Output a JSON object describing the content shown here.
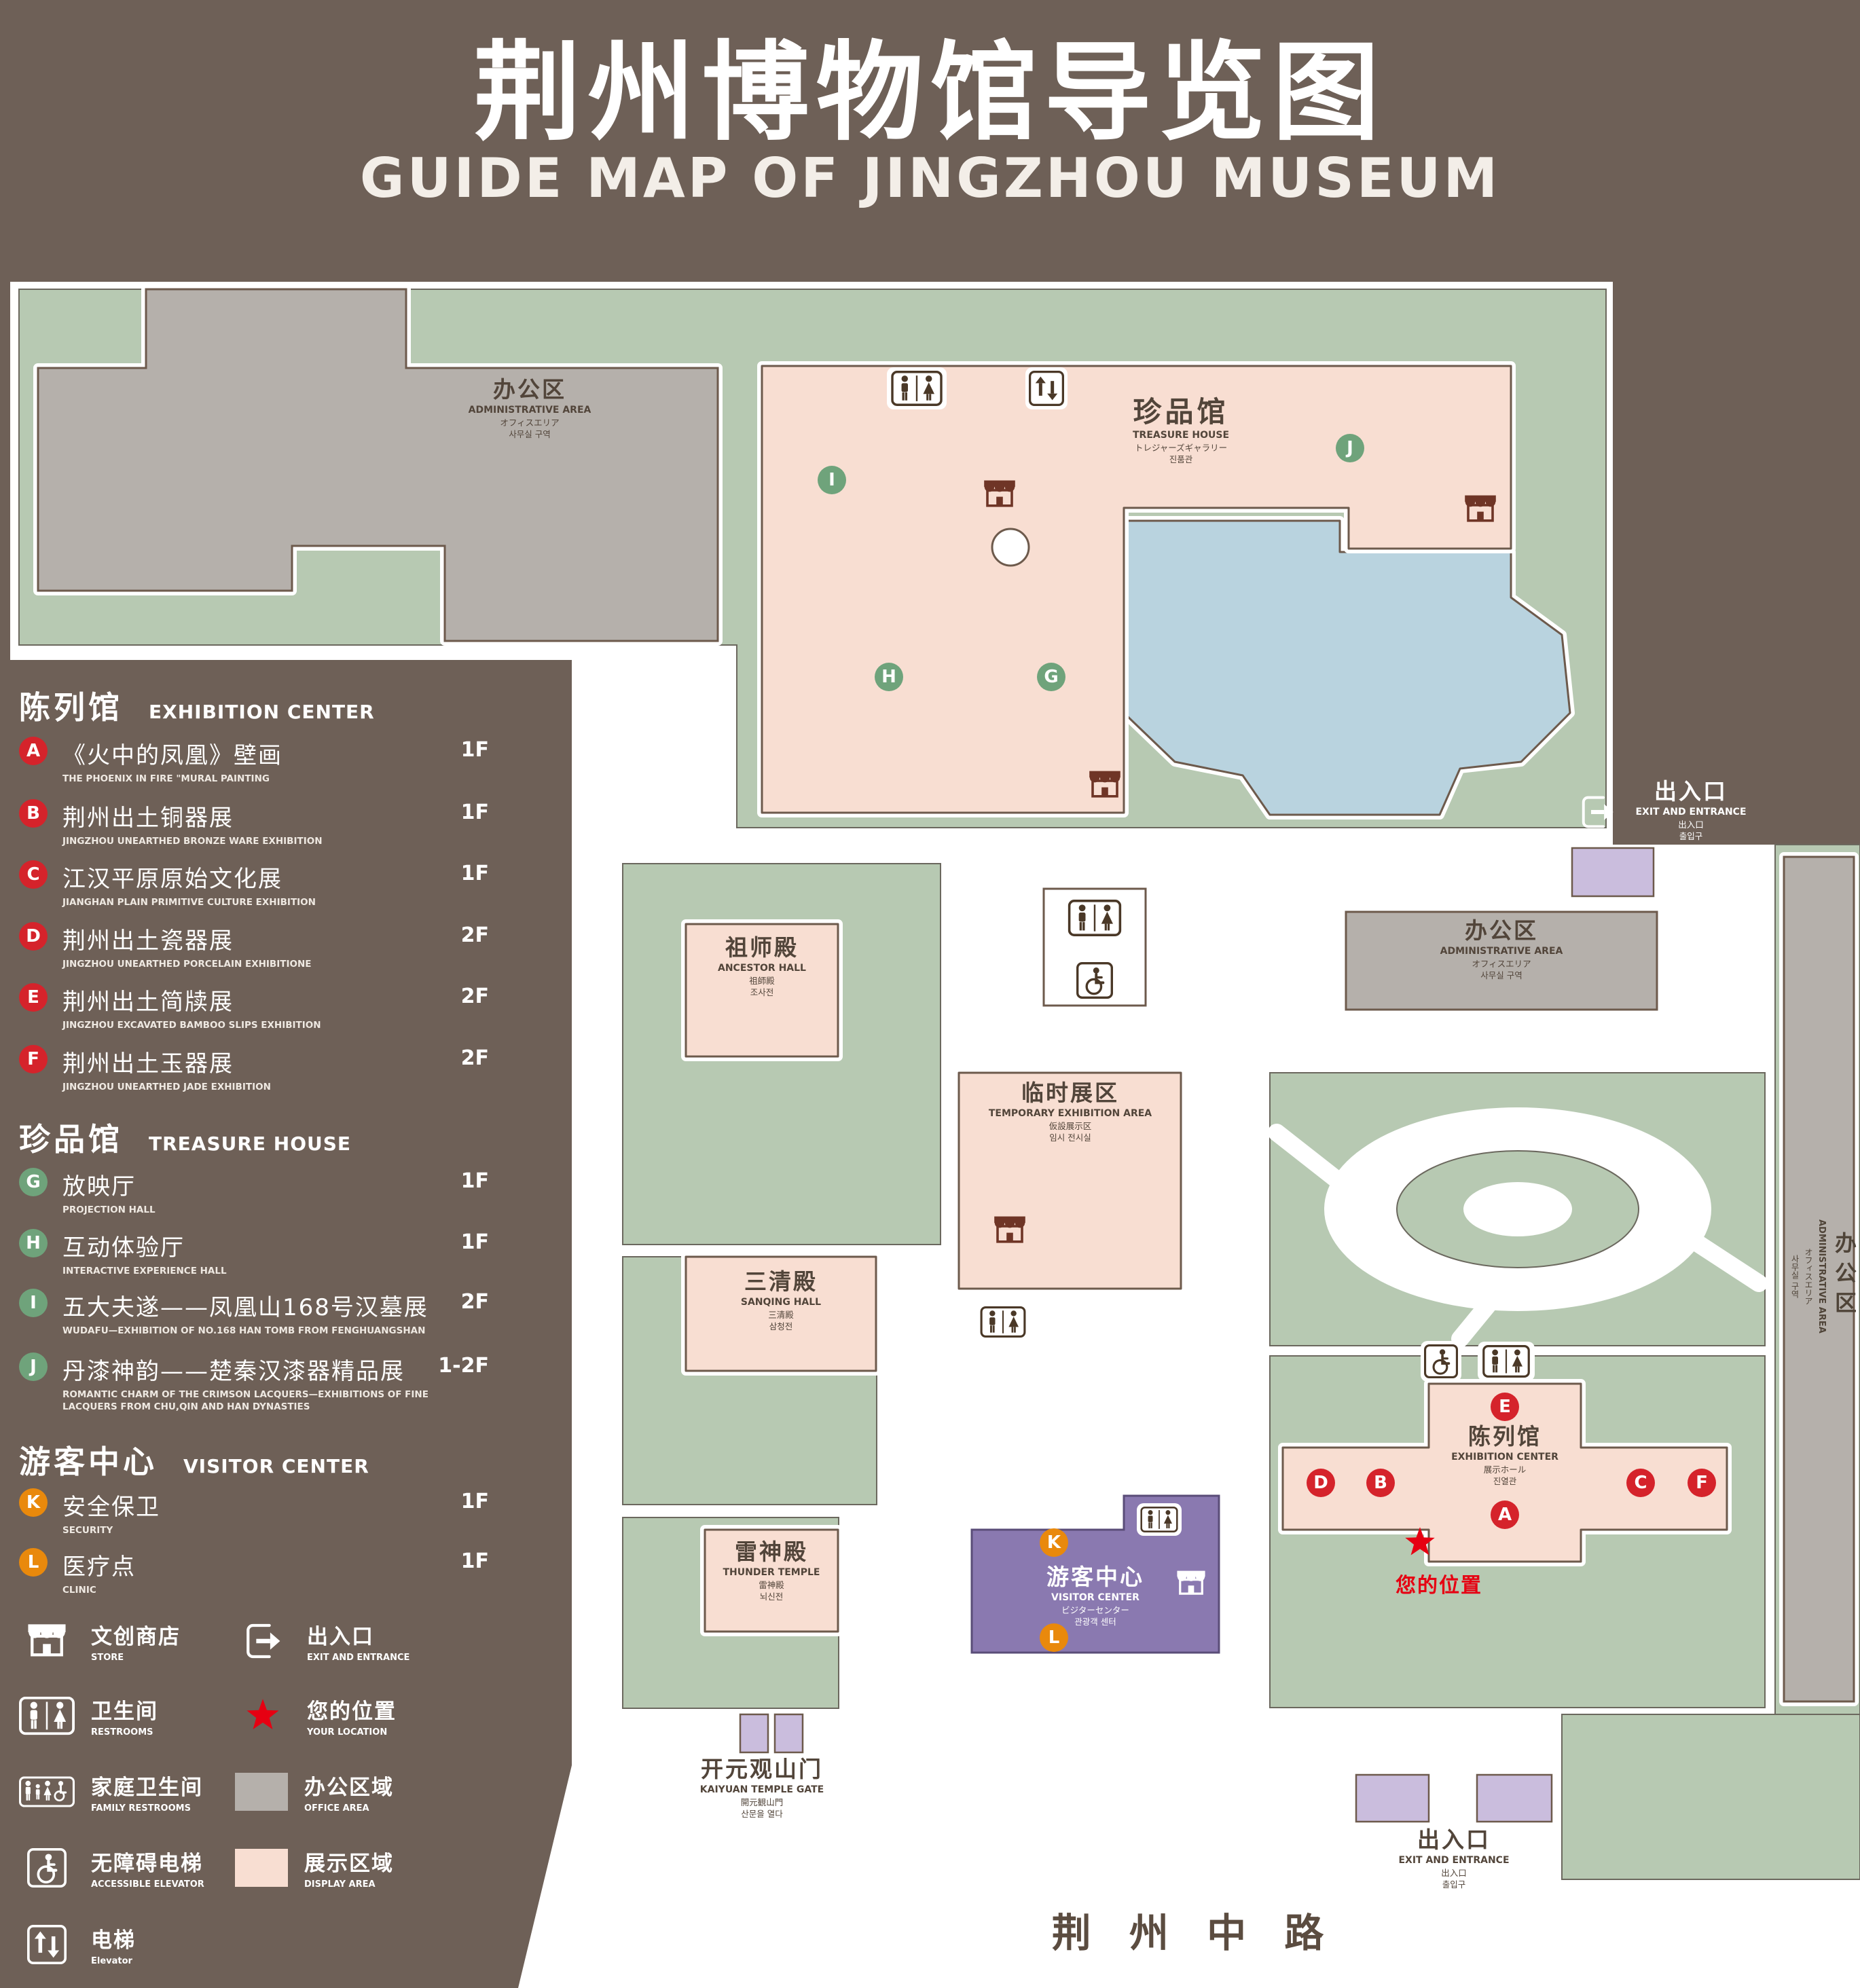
{
  "title": {
    "zh": "荆州博物馆导览图",
    "en": "GUIDE MAP OF JINGZHOU MUSEUM"
  },
  "colors": {
    "background": "#6e6057",
    "green": "#b7c9b2",
    "display_area": "#f8ded2",
    "office_area": "#b5b0ab",
    "visitor_center": "#8a79b0",
    "entrance": "#cabddd",
    "pond": "#b9d3df",
    "marker_red": "#d5232b",
    "marker_green": "#6fa37b",
    "marker_orange": "#e9890c",
    "store_icon": "#6f3526",
    "location_red": "#e60012"
  },
  "legend": {
    "sections": [
      {
        "zh": "陈列馆",
        "en": "EXHIBITION CENTER",
        "items": [
          {
            "letter": "A",
            "zh": "《火中的凤凰》壁画",
            "en": "THE PHOENIX IN FIRE \"MURAL PAINTING",
            "floor": "1F"
          },
          {
            "letter": "B",
            "zh": "荆州出土铜器展",
            "en": "JINGZHOU UNEARTHED BRONZE WARE EXHIBITION",
            "floor": "1F"
          },
          {
            "letter": "C",
            "zh": "江汉平原原始文化展",
            "en": "JIANGHAN PLAIN PRIMITIVE CULTURE EXHIBITION",
            "floor": "1F"
          },
          {
            "letter": "D",
            "zh": "荆州出土瓷器展",
            "en": "JINGZHOU UNEARTHED PORCELAIN EXHIBITIONE",
            "floor": "2F"
          },
          {
            "letter": "E",
            "zh": "荆州出土简牍展",
            "en": "JINGZHOU EXCAVATED BAMBOO SLIPS EXHIBITION",
            "floor": "2F"
          },
          {
            "letter": "F",
            "zh": "荆州出土玉器展",
            "en": "JINGZHOU UNEARTHED JADE EXHIBITION",
            "floor": "2F"
          }
        ]
      },
      {
        "zh": "珍品馆",
        "en": "TREASURE HOUSE",
        "items": [
          {
            "letter": "G",
            "zh": "放映厅",
            "en": "PROJECTION HALL",
            "floor": "1F"
          },
          {
            "letter": "H",
            "zh": "互动体验厅",
            "en": "INTERACTIVE EXPERIENCE HALL",
            "floor": "1F"
          },
          {
            "letter": "I",
            "zh": "五大夫遂——凤凰山168号汉墓展",
            "en": "WUDAFU—EXHIBITION OF NO.168 HAN TOMB FROM FENGHUANGSHAN",
            "floor": "2F"
          },
          {
            "letter": "J",
            "zh": "丹漆神韵——楚秦汉漆器精品展",
            "en": "ROMANTIC CHARM OF THE CRIMSON LACQUERS—EXHIBITIONS OF FINE LACQUERS FROM CHU,QIN AND HAN DYNASTIES",
            "floor": "1-2F"
          }
        ]
      },
      {
        "zh": "游客中心",
        "en": "VISITOR CENTER",
        "items": [
          {
            "letter": "K",
            "zh": "安全保卫",
            "en": "SECURITY",
            "floor": "1F"
          },
          {
            "letter": "L",
            "zh": "医疗点",
            "en": "CLINIC",
            "floor": "1F"
          }
        ]
      }
    ],
    "symbols": [
      {
        "icon": "store-icon",
        "zh": "文创商店",
        "en": "STORE"
      },
      {
        "icon": "exit-icon",
        "zh": "出入口",
        "en": "EXIT AND ENTRANCE"
      },
      {
        "icon": "restroom-icon",
        "zh": "卫生间",
        "en": "RESTROOMS"
      },
      {
        "icon": "location-star-icon",
        "zh": "您的位置",
        "en": "YOUR LOCATION"
      },
      {
        "icon": "family-restroom-icon",
        "zh": "家庭卫生间",
        "en": "FAMILY RESTROOMS"
      },
      {
        "icon": "office-area-swatch",
        "zh": "办公区域",
        "en": "OFFICE AREA"
      },
      {
        "icon": "accessible-elevator-icon",
        "zh": "无障碍电梯",
        "en": "ACCESSIBLE ELEVATOR"
      },
      {
        "icon": "display-area-swatch",
        "zh": "展示区域",
        "en": "DISPLAY AREA"
      },
      {
        "icon": "elevator-icon",
        "zh": "电梯",
        "en": "Elevator"
      }
    ]
  },
  "map": {
    "admin_area": {
      "zh": "办公区",
      "en": "ADMINISTRATIVE AREA",
      "ja": "オフィスエリア",
      "ko": "사무실 구역"
    },
    "treasure_house": {
      "zh": "珍品馆",
      "en": "TREASURE HOUSE",
      "ja": "トレジャーズギャラリー",
      "ko": "진품관"
    },
    "ancestor_hall": {
      "zh": "祖师殿",
      "en": "ANCESTOR HALL",
      "ja": "祖師殿",
      "ko": "조사전"
    },
    "temporary_area": {
      "zh": "临时展区",
      "en": "TEMPORARY EXHIBITION AREA",
      "ja": "仮設展示区",
      "ko": "임시 전시실"
    },
    "sanqing_hall": {
      "zh": "三清殿",
      "en": "SANQING HALL",
      "ja": "三清殿",
      "ko": "삼청전"
    },
    "thunder_temple": {
      "zh": "雷神殿",
      "en": "THUNDER TEMPLE",
      "ja": "雷神殿",
      "ko": "뇌신전"
    },
    "visitor_center": {
      "zh": "游客中心",
      "en": "VISITOR CENTER",
      "ja": "ビジターセンター",
      "ko": "관광객 센터"
    },
    "exhibition_center": {
      "zh": "陈列馆",
      "en": "EXHIBITION CENTER",
      "ja": "展示ホール",
      "ko": "진열관"
    },
    "gate": {
      "zh": "开元观山门",
      "en": "KAIYUAN TEMPLE GATE",
      "ja": "開元観山門",
      "ko": "산문을 열다"
    },
    "exit": {
      "zh": "出入口",
      "en": "EXIT AND ENTRANCE",
      "ja": "出入口",
      "ko": "출입구"
    },
    "road": "荆 州 中 路",
    "your_location": "您的位置"
  }
}
